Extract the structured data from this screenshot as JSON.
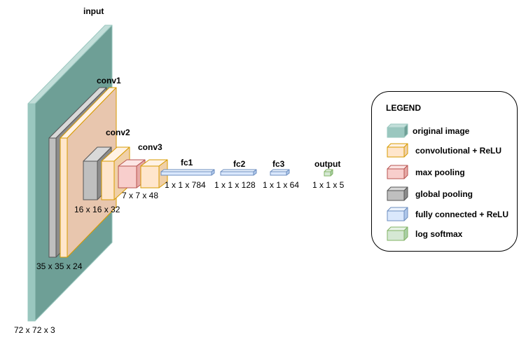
{
  "colors": {
    "input": {
      "front": "#9AC7BF",
      "top": "#C2DED9",
      "side": "#6E9F96",
      "stroke": "#9AC7BF"
    },
    "conv": {
      "front": "#FFE6CC",
      "top": "#FFF2E5",
      "side": "#F0D0A8",
      "stroke": "#D79B00"
    },
    "pool": {
      "front": "#F8CECC",
      "top": "#FCE5E4",
      "side": "#E6A9A6",
      "stroke": "#B85450"
    },
    "global": {
      "front": "#BFBFBF",
      "top": "#D9D9D9",
      "side": "#8C8C8C",
      "stroke": "#555555"
    },
    "fc": {
      "front": "#DAE8FC",
      "top": "#EDF4FE",
      "side": "#AFC7EA",
      "stroke": "#6C8EBF"
    },
    "soft": {
      "front": "#D5E8D4",
      "top": "#E8F3E7",
      "side": "#A9CFA6",
      "stroke": "#82B366"
    },
    "inner_plane": "#E8C6AE"
  },
  "layers": {
    "input": {
      "name": "input",
      "shape": "72 x 72 x 3"
    },
    "conv1": {
      "name": "conv1",
      "shape": "35 x 35 x 24"
    },
    "conv2": {
      "name": "conv2",
      "shape": "16 x 16 x 32"
    },
    "conv3": {
      "name": "conv3",
      "shape": "7 x 7 x 48"
    },
    "fc1": {
      "name": "fc1",
      "shape": "1 x 1 x 784"
    },
    "fc2": {
      "name": "fc2",
      "shape": "1 x 1 x 128"
    },
    "fc3": {
      "name": "fc3",
      "shape": "1 x 1 x 64"
    },
    "output": {
      "name": "output",
      "shape": "1 x 1 x 5"
    }
  },
  "legend": {
    "title": "LEGEND",
    "items": [
      {
        "label": "original image",
        "color": "input"
      },
      {
        "label": "convolutional + ReLU",
        "color": "conv"
      },
      {
        "label": "max pooling",
        "color": "pool"
      },
      {
        "label": "global pooling",
        "color": "global"
      },
      {
        "label": "fully connected + ReLU",
        "color": "fc"
      },
      {
        "label": "log softmax",
        "color": "soft"
      }
    ]
  }
}
